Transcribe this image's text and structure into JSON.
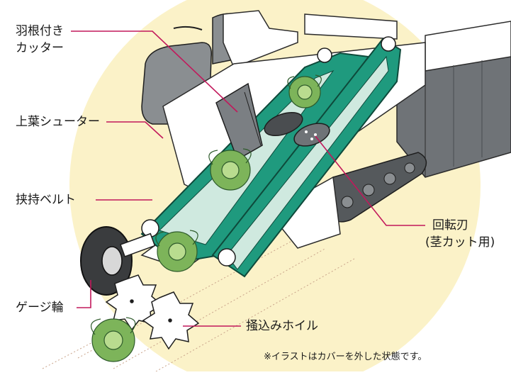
{
  "labels": {
    "feather_cutter_line1": "羽根付き",
    "feather_cutter_line2": "カッター",
    "upper_leaf_chute": "上葉シューター",
    "holding_belt": "挟持ベルト",
    "gauge_wheel": "ゲージ輪",
    "rotary_blade_line1": "回転刃",
    "rotary_blade_line2": "(茎カット用)",
    "rake_wheel": "掻込みホイル"
  },
  "note": "※イラストはカバーを外した状態です。",
  "colors": {
    "background_circle": "#fbf2c8",
    "belt_green": "#1f9a7e",
    "leader_line": "#c2185b",
    "body_gray": "#6f7377",
    "frame_white": "#ffffff",
    "cabbage_green": "#7db45a"
  }
}
